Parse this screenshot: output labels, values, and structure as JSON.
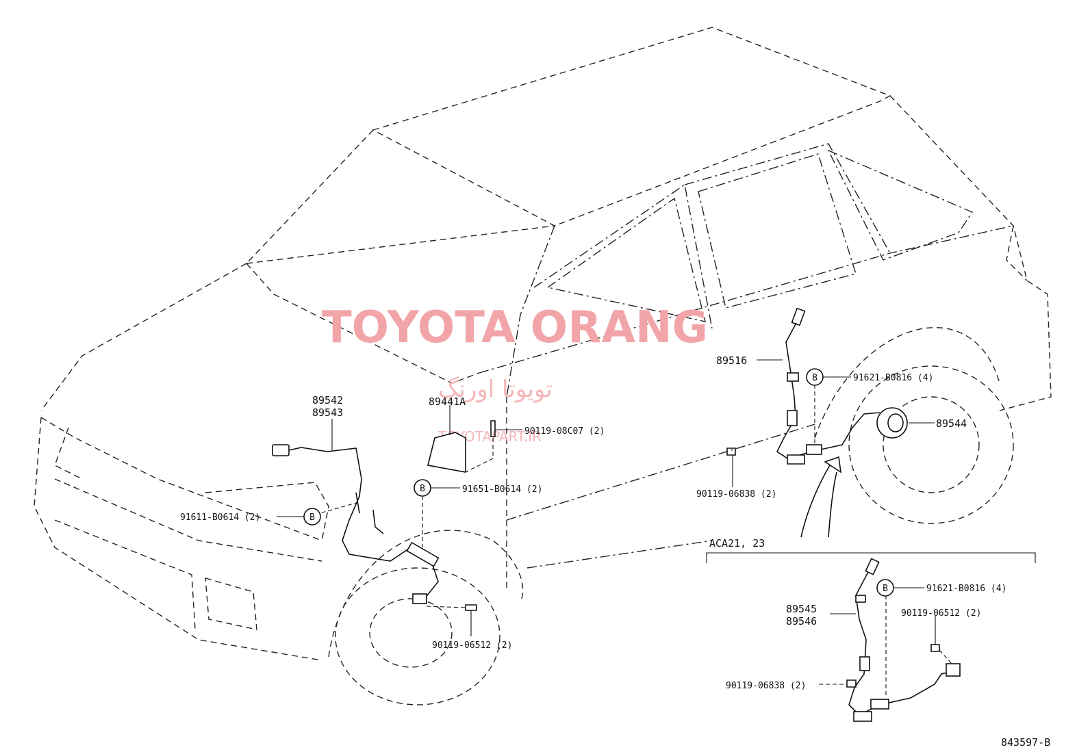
{
  "watermark": {
    "title": "TOYOTA ORANG",
    "subtitle": "تویوتا اورنگ",
    "url": "TOYOTAPART.IR"
  },
  "variant_label": "ACA21, 23",
  "diagram_code": "843597-B",
  "callout_symbol": "B",
  "parts": {
    "p89542": "89542",
    "p89543": "89543",
    "p89441A": "89441A",
    "p90119_08C07": "90119-08C07 (2)",
    "p91651": "91651-B0614 (2)",
    "p91611": "91611-B0614 (2)",
    "p90119_06512_front": "90119-06512 (2)",
    "p89516": "89516",
    "p91621_main": "91621-B0816 (4)",
    "p89544": "89544",
    "p90119_06838_main": "90119-06838 (2)",
    "p91621_inset": "91621-B0816 (4)",
    "p90119_06512_inset": "90119-06512 (2)",
    "p89545": "89545",
    "p89546": "89546",
    "p90119_06838_inset": "90119-06838 (2)"
  },
  "colors": {
    "line": "#111111",
    "watermark": "#f2a5a8",
    "background": "#ffffff"
  }
}
